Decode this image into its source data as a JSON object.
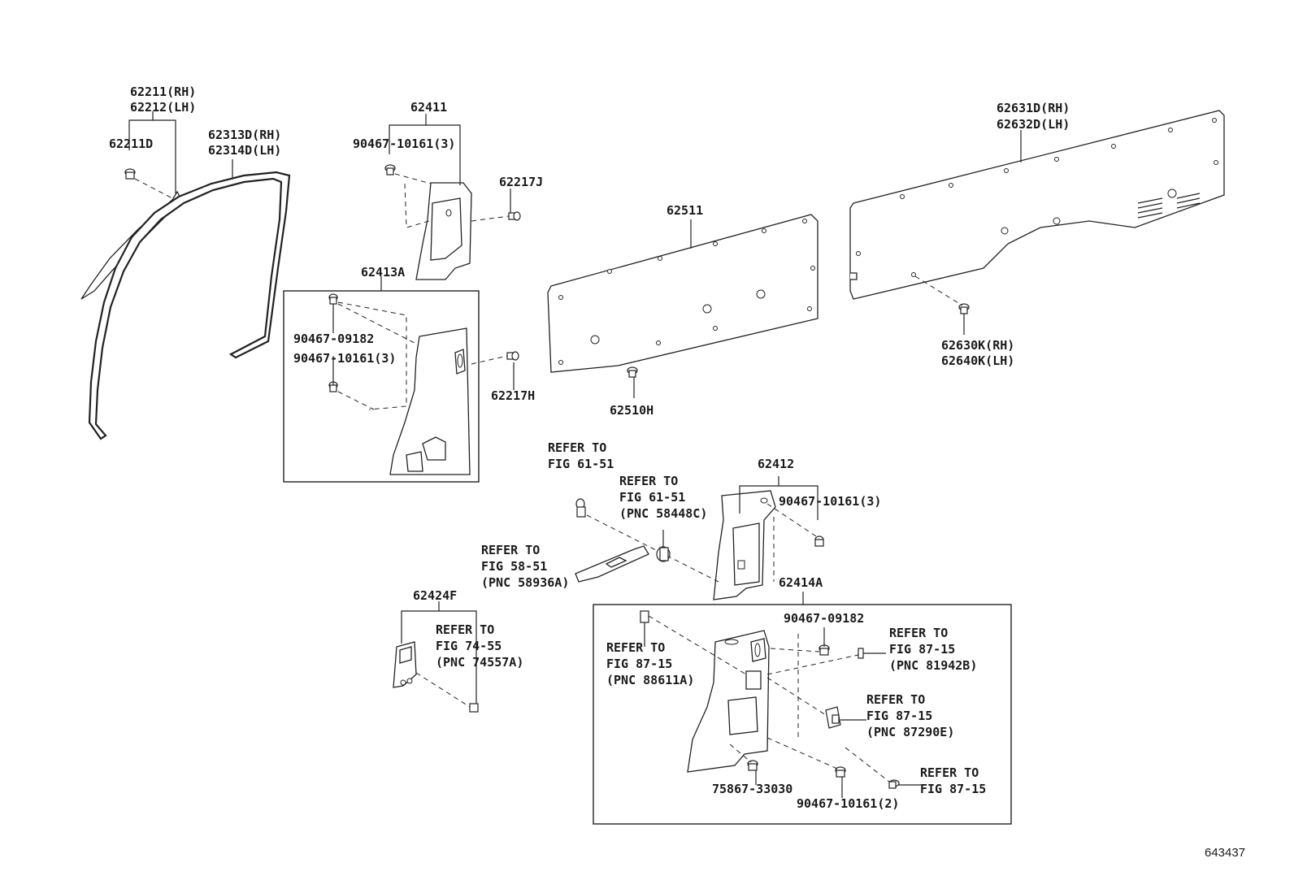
{
  "diagram": {
    "reference_id": "643437",
    "labels": {
      "p62211_rh": "62211(RH)",
      "p62212_lh": "62212(LH)",
      "p62211d": "62211D",
      "p62313d_rh": "62313D(RH)",
      "p62314d_lh": "62314D(LH)",
      "p62411": "62411",
      "bolt_90467_10161_3_a": "90467-10161(3)",
      "p62217j": "62217J",
      "p62413a": "62413A",
      "bolt_90467_09182_a": "90467-09182",
      "bolt_90467_10161_3_b": "90467-10161(3)",
      "p62217h": "62217H",
      "p62511": "62511",
      "p62510h": "62510H",
      "p62631d_rh": "62631D(RH)",
      "p62632d_lh": "62632D(LH)",
      "p62630k_rh": "62630K(RH)",
      "p62640k_lh": "62640K(LH)",
      "ref_61_51_a_1": "REFER TO",
      "ref_61_51_a_2": "FIG 61-51",
      "ref_61_51_b_1": "REFER TO",
      "ref_61_51_b_2": "FIG 61-51",
      "ref_61_51_b_3": "(PNC 58448C)",
      "p62412": "62412",
      "bolt_90467_10161_3_c": "90467-10161(3)",
      "ref_58_51_1": "REFER TO",
      "ref_58_51_2": "FIG 58-51",
      "ref_58_51_3": "(PNC 58936A)",
      "p62414a": "62414A",
      "p62424f": "62424F",
      "ref_74_55_1": "REFER TO",
      "ref_74_55_2": "FIG 74-55",
      "ref_74_55_3": "(PNC 74557A)",
      "bolt_90467_09182_b": "90467-09182",
      "ref_87_15_a_1": "REFER TO",
      "ref_87_15_a_2": "FIG 87-15",
      "ref_87_15_a_3": "(PNC 81942B)",
      "ref_87_15_b_1": "REFER TO",
      "ref_87_15_b_2": "FIG 87-15",
      "ref_87_15_b_3": "(PNC 88611A)",
      "ref_87_15_c_1": "REFER TO",
      "ref_87_15_c_2": "FIG 87-15",
      "ref_87_15_c_3": "(PNC 87290E)",
      "ref_87_15_d_1": "REFER TO",
      "ref_87_15_d_2": "FIG 87-15",
      "p75867_33030": "75867-33030",
      "bolt_90467_10161_2": "90467-10161(2)"
    }
  }
}
